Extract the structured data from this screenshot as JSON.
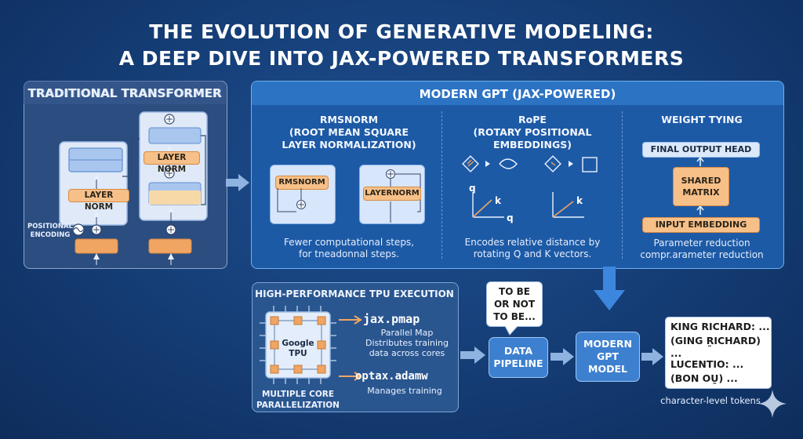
{
  "title": {
    "line1": "THE EVOLUTION OF GENERATIVE MODELING:",
    "line2": "A DEEP DIVE INTO JAX-POWERED TRANSFORMERS"
  },
  "traditional": {
    "heading": "TRADITIONAL TRANSFORMER",
    "layer_norm_1": "LAYER NORM",
    "layer_norm_2": "LAYER NORM",
    "positional_encoding": "POSITIONAL\nENCODING"
  },
  "modern": {
    "heading": "MODERN GPT (JAX-POWERED)",
    "rmsnorm": {
      "title": "RMSNORM",
      "subtitle": "(ROOT MEAN SQUARE\nLAYER NORMALIZATION)",
      "box1": "RMSNORM",
      "box2": "LAYERNORM",
      "caption": "Fewer computational steps,\nfor tneadonnal steps."
    },
    "rope": {
      "title": "RoPE",
      "subtitle": "(ROTARY POSITIONAL\nEMBEDDINGS)",
      "axis_q": "q",
      "axis_q2": "q",
      "axis_k": "k",
      "axis_k2": "k",
      "caption": "Encodes relative distance by\nrotating Q and K vectors."
    },
    "weight_tying": {
      "title": "WEIGHT TYING",
      "output_head": "FINAL OUTPUT HEAD",
      "shared_matrix": "SHARED\nMATRIX",
      "input_embedding": "INPUT EMBEDDING",
      "caption": "Parameter reduction\ncompr.arameter reduction"
    }
  },
  "tpu": {
    "heading": "HIGH-PERFORMANCE TPU EXECUTION",
    "chip_label": "Google\nTPU",
    "chip_caption": "MULTIPLE CORE\nPARALLELIZATION",
    "pmap": "jax.pmap",
    "pmap_desc": "Parallel Map\nDistributes training\ndata across cores",
    "adamw": "optax.adamw",
    "adamw_desc": "Manages training"
  },
  "pipeline": {
    "bubble": "TO BE\nOR NOT\nTO BE...",
    "data_pipeline": "DATA\nPIPELINE",
    "model": "MODERN\nGPT\nMODEL",
    "output_line1": "KING RICHARD: ...",
    "output_line2": "(GING R̰ICHARD) ...",
    "output_line3": "LUCENTIO: ...",
    "output_line4": "(BON OU̱) ...",
    "output_caption": "character-level tokens"
  },
  "colors": {
    "accent_orange": "#f7c089",
    "panel_blue": "#1d5aa6",
    "node_blue": "#3d80cf"
  }
}
